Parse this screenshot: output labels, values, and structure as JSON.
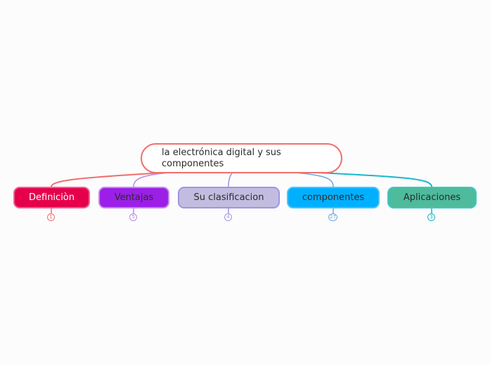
{
  "root": {
    "text": "la electrónica digital y sus componentes",
    "border_color": "#ef6f6c"
  },
  "topics": [
    {
      "label": "Definiciòn",
      "count": "1",
      "bg": "#e6004c",
      "border": "#f06292",
      "text_color": "#ffffff",
      "line_color": "#ef6f6c"
    },
    {
      "label": "Ventajas",
      "count": "5",
      "bg": "#9c1fe8",
      "border": "#c08be6",
      "text_color": "#2b2b2b",
      "line_color": "#b98be0"
    },
    {
      "label": "Su clasificacion",
      "count": "4",
      "bg": "#c2bde0",
      "border": "#9f95e0",
      "text_color": "#2b2b2b",
      "line_color": "#9f95e0"
    },
    {
      "label": "componentes",
      "count": "27",
      "bg": "#00b0ff",
      "border": "#4fc3f7",
      "text_color": "#2b2b2b",
      "line_color": "#6fa8dc"
    },
    {
      "label": "Aplicaciones",
      "count": "3",
      "bg": "#4dbb9c",
      "border": "#3fc7c7",
      "text_color": "#2b2b2b",
      "line_color": "#19b8c8"
    }
  ]
}
